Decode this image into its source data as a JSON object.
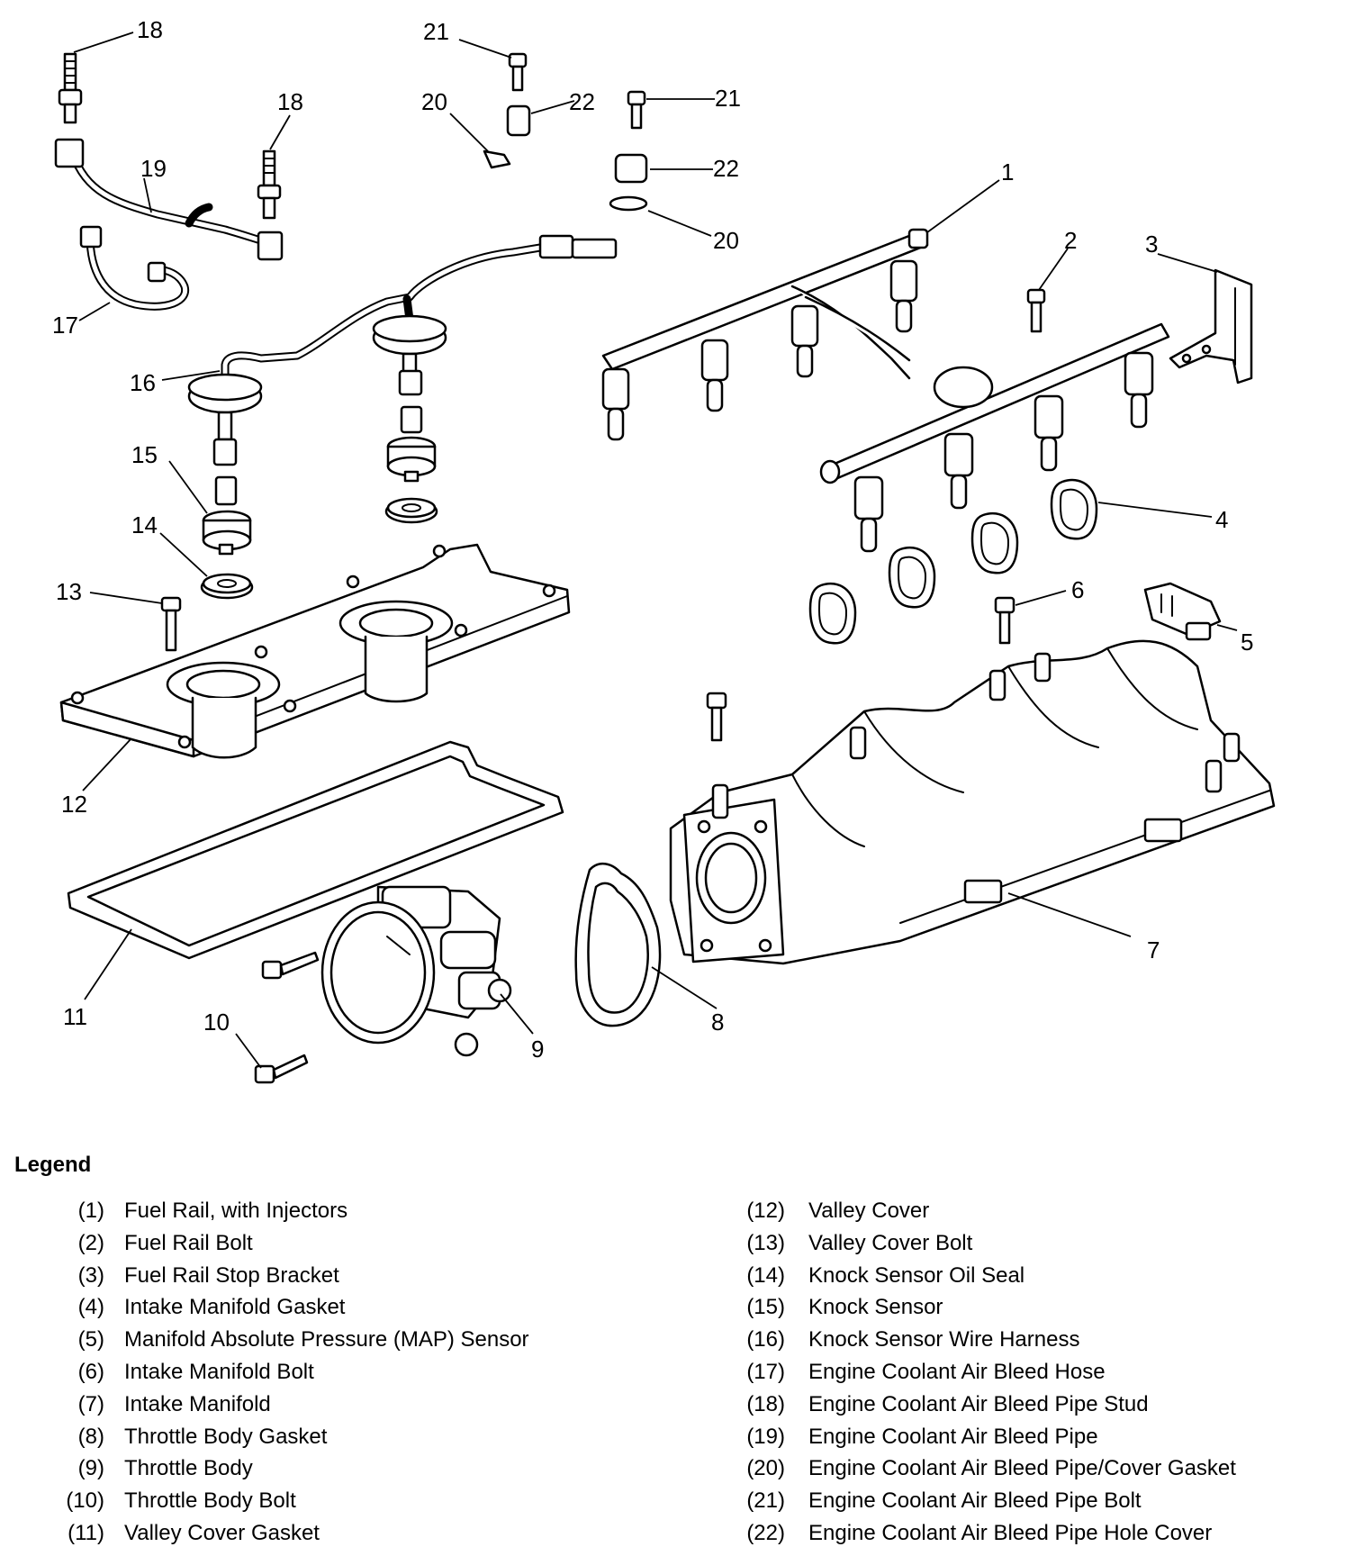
{
  "callouts": {
    "c1": "1",
    "c2": "2",
    "c3": "3",
    "c4": "4",
    "c5": "5",
    "c6": "6",
    "c7": "7",
    "c8": "8",
    "c9": "9",
    "c10": "10",
    "c11": "11",
    "c12": "12",
    "c13": "13",
    "c14": "14",
    "c15": "15",
    "c16": "16",
    "c17": "17",
    "c18a": "18",
    "c18b": "18",
    "c19": "19",
    "c20a": "20",
    "c20b": "20",
    "c21a": "21",
    "c21b": "21",
    "c22a": "22",
    "c22b": "22"
  },
  "legend": {
    "title": "Legend",
    "left": [
      {
        "num": "(1)",
        "label": "Fuel Rail, with Injectors"
      },
      {
        "num": "(2)",
        "label": "Fuel Rail Bolt"
      },
      {
        "num": "(3)",
        "label": "Fuel Rail Stop Bracket"
      },
      {
        "num": "(4)",
        "label": "Intake Manifold Gasket"
      },
      {
        "num": "(5)",
        "label": "Manifold Absolute Pressure (MAP) Sensor"
      },
      {
        "num": "(6)",
        "label": "Intake Manifold Bolt"
      },
      {
        "num": "(7)",
        "label": "Intake Manifold"
      },
      {
        "num": "(8)",
        "label": "Throttle Body Gasket"
      },
      {
        "num": "(9)",
        "label": "Throttle Body"
      },
      {
        "num": "(10)",
        "label": "Throttle Body Bolt"
      },
      {
        "num": "(11)",
        "label": "Valley Cover Gasket"
      }
    ],
    "right": [
      {
        "num": "(12)",
        "label": "Valley Cover"
      },
      {
        "num": "(13)",
        "label": "Valley Cover Bolt"
      },
      {
        "num": "(14)",
        "label": "Knock Sensor Oil Seal"
      },
      {
        "num": "(15)",
        "label": "Knock Sensor"
      },
      {
        "num": "(16)",
        "label": "Knock Sensor Wire Harness"
      },
      {
        "num": "(17)",
        "label": "Engine Coolant Air Bleed Hose"
      },
      {
        "num": "(18)",
        "label": "Engine Coolant Air Bleed Pipe Stud"
      },
      {
        "num": "(19)",
        "label": "Engine Coolant Air Bleed Pipe"
      },
      {
        "num": "(20)",
        "label": "Engine Coolant Air Bleed Pipe/Cover Gasket"
      },
      {
        "num": "(21)",
        "label": "Engine Coolant Air Bleed Pipe Bolt"
      },
      {
        "num": "(22)",
        "label": "Engine Coolant Air Bleed Pipe Hole Cover"
      }
    ]
  }
}
